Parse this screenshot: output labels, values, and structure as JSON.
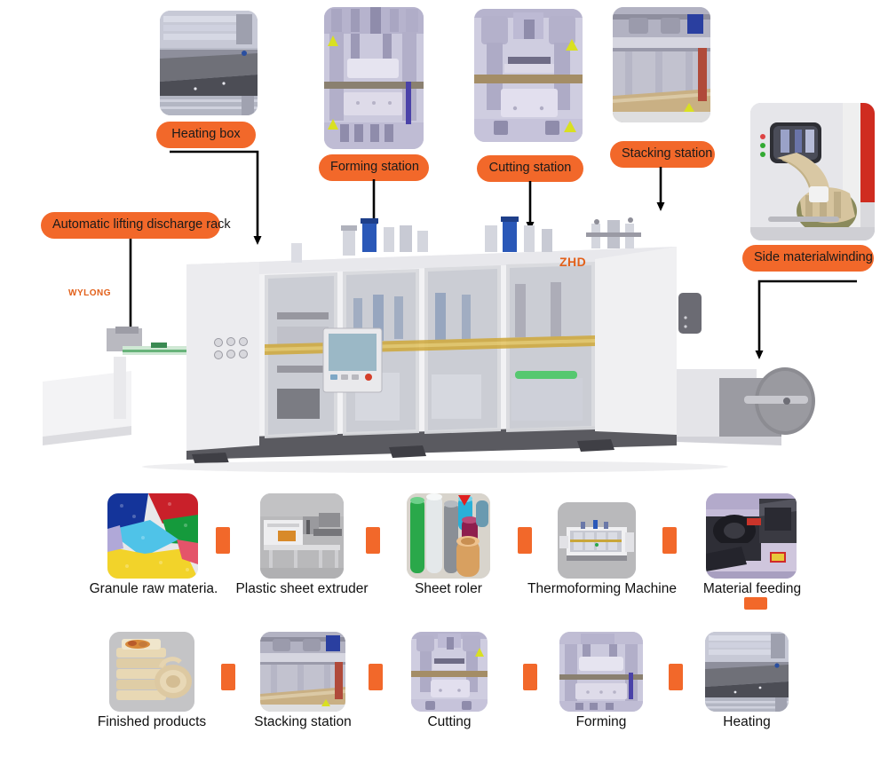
{
  "diagram": {
    "title": "Thermoforming machine station callouts and production flow",
    "accent_color": "#F2682A",
    "arrow_color": "#000000",
    "background": "#FFFFFF"
  },
  "machine": {
    "brand_left": "WYLONG",
    "brand_top": "ZHD",
    "brand_left_color": "#e2601a",
    "brand_top_color": "#e2601a"
  },
  "callouts": [
    {
      "id": "heating-box",
      "label": "Heating box"
    },
    {
      "id": "forming-station",
      "label": "Forming station"
    },
    {
      "id": "cutting-station",
      "label": "Cutting station"
    },
    {
      "id": "stacking-station",
      "label": "Stacking station"
    },
    {
      "id": "side-material-winding",
      "label": "Side materialwinding"
    },
    {
      "id": "automatic-lifting-rack",
      "label": "Automatic lifting discharge rack"
    }
  ],
  "flow": {
    "row1": [
      {
        "id": "granule-raw-material",
        "label": "Granule raw materia."
      },
      {
        "id": "plastic-sheet-extruder",
        "label": "Plastic sheet extruder"
      },
      {
        "id": "sheet-roler",
        "label": "Sheet roler"
      },
      {
        "id": "thermoforming-machine",
        "label": "Thermoforming Machine"
      },
      {
        "id": "material-feeding",
        "label": "Material feeding"
      }
    ],
    "row2": [
      {
        "id": "finished-products",
        "label": "Finished products"
      },
      {
        "id": "stacking-station",
        "label": "Stacking station"
      },
      {
        "id": "cutting",
        "label": "Cutting"
      },
      {
        "id": "forming",
        "label": "Forming"
      },
      {
        "id": "heating",
        "label": "Heating"
      }
    ]
  }
}
